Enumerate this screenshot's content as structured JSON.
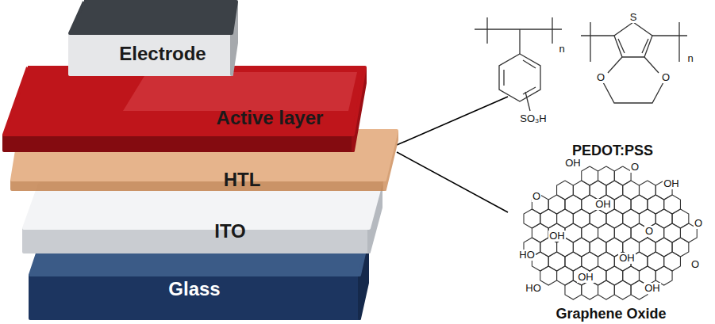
{
  "diagram": {
    "nodes": [
      {
        "text": [
          "Electrode"
        ]
      },
      {
        "text": [
          "Active layer"
        ]
      },
      {
        "text": [
          "HTL"
        ]
      },
      {
        "text": [
          "ITO"
        ]
      },
      {
        "text": [
          "Glass"
        ]
      }
    ],
    "labels": [
      "n",
      "S",
      "O",
      "O",
      "n",
      "SO₃H",
      "PEDOT:PSS",
      "OH",
      "O",
      "OH",
      "O",
      "OH",
      "O",
      "OH",
      "O",
      "HO",
      "OH",
      "O",
      "HO",
      "OH",
      "OH",
      "Graphene Oxide"
    ]
  }
}
